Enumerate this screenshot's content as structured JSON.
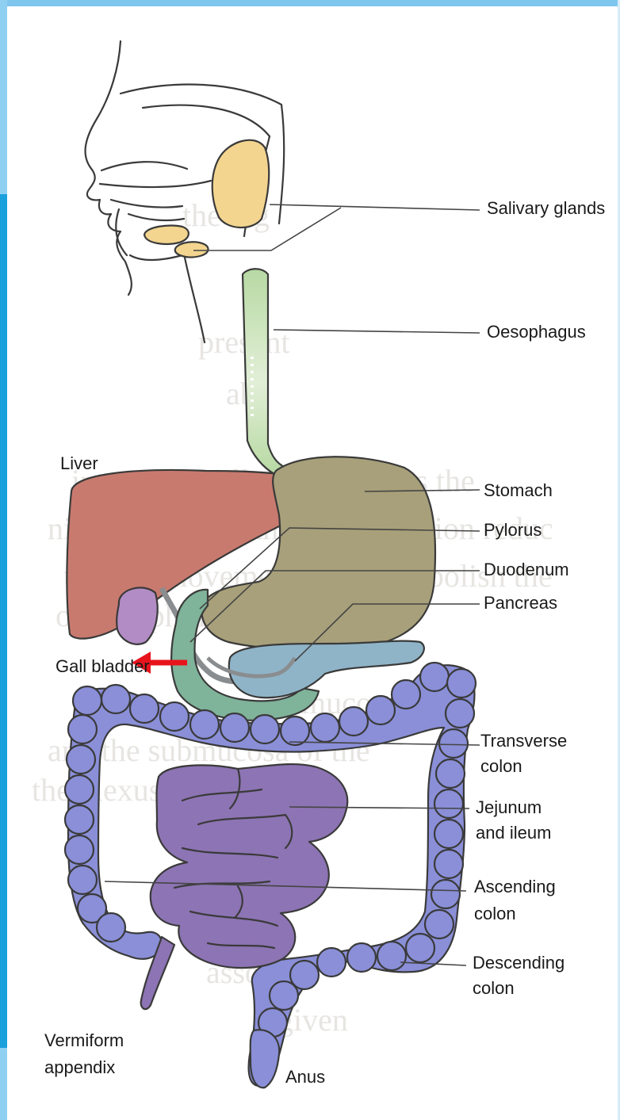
{
  "labels": {
    "salivary_glands": "Salivary glands",
    "oesophagus": "Oesophagus",
    "liver": "Liver",
    "stomach": "Stomach",
    "pylorus": "Pylorus",
    "duodenum": "Duodenum",
    "pancreas": "Pancreas",
    "gall_bladder": "Gall bladder",
    "transverse_colon_1": "Transverse",
    "transverse_colon_2": "colon",
    "jejunum_ileum_1": "Jejunum",
    "jejunum_ileum_2": "and ileum",
    "ascending_colon_1": "Ascending",
    "ascending_colon_2": "colon",
    "descending_colon_1": "Descending",
    "descending_colon_2": "colon",
    "vermiform_appendix_1": "Vermiform",
    "vermiform_appendix_2": "appendix",
    "anus": "Anus"
  },
  "colors": {
    "salivary": "#f3d58f",
    "oesophagus": "#b7d9a3",
    "liver": "#c97a6e",
    "gall_bladder": "#b28cc4",
    "stomach": "#a8a07a",
    "duodenum": "#7fb39a",
    "pancreas": "#8fb4c8",
    "colon": "#8a8fd8",
    "small_intestine": "#8d74b4",
    "arrow": "#e8141c"
  }
}
